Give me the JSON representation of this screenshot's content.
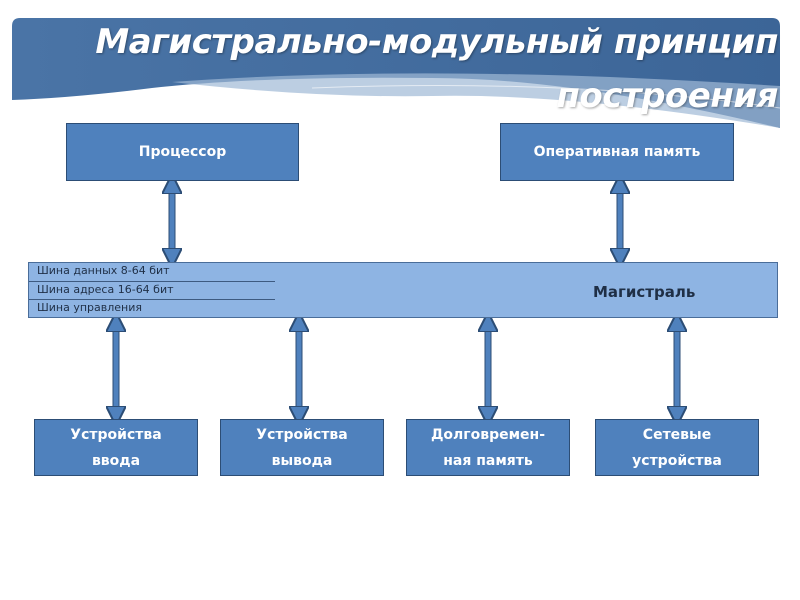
{
  "title": {
    "line1": "Магистрально-модульный принцип",
    "line2": "построения"
  },
  "top_modules": [
    {
      "label": "Процессор"
    },
    {
      "label": "Оперативная память"
    }
  ],
  "bus": {
    "label": "Магистраль",
    "lines": [
      "Шина данных 8-64 бит",
      "Шина адреса 16-64 бит",
      "Шина управления"
    ]
  },
  "bottom_modules": [
    {
      "line1": "Устройства",
      "line2": "ввода"
    },
    {
      "line1": "Устройства",
      "line2": "вывода"
    },
    {
      "line1": "Долговремен-",
      "line2": "ная память"
    },
    {
      "line1": "Сетевые",
      "line2": "устройства"
    }
  ],
  "colors": {
    "box_fill": "#4f81bd",
    "bus_fill": "#8eb4e3",
    "banner": "#3f6b9e"
  }
}
